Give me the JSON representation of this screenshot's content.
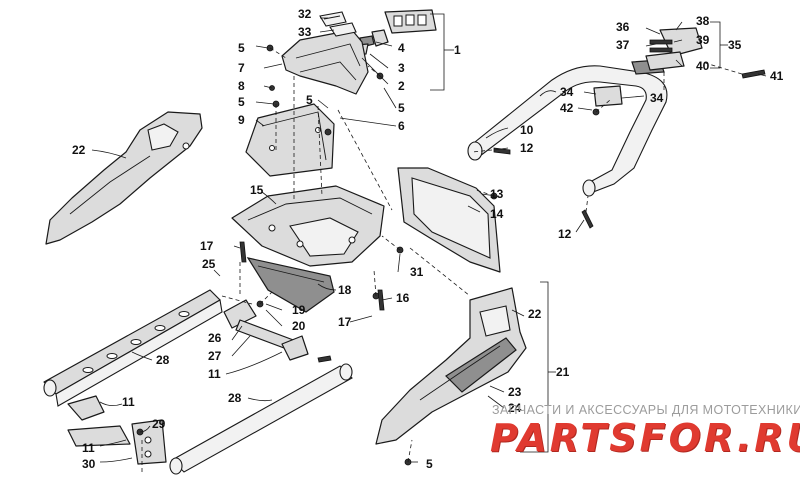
{
  "callouts": [
    "1",
    "2",
    "3",
    "4",
    "5",
    "6",
    "7",
    "8",
    "9",
    "10",
    "11",
    "12",
    "13",
    "14",
    "15",
    "16",
    "17",
    "18",
    "19",
    "20",
    "21",
    "22",
    "23",
    "24",
    "25",
    "26",
    "27",
    "28",
    "29",
    "30",
    "31",
    "32",
    "33",
    "34",
    "35",
    "36",
    "37",
    "38",
    "39",
    "40",
    "41",
    "42"
  ],
  "watermark": {
    "text": "ЗАПЧАСТИ И АКСЕССУАРЫ ДЛЯ МОТОТЕХНИКИ",
    "logo": "PARTSFOR.RU"
  }
}
